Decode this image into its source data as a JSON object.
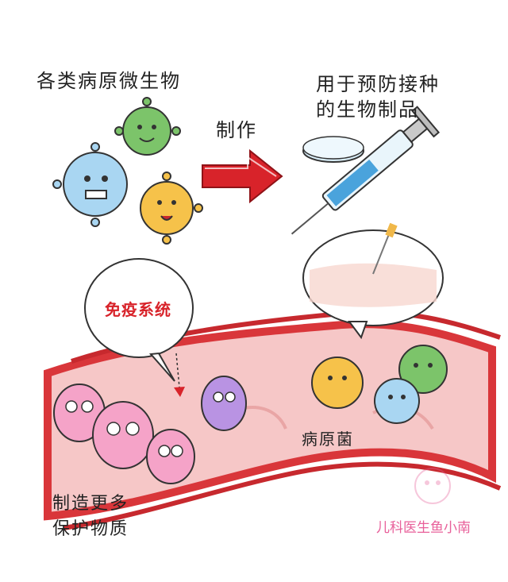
{
  "labels": {
    "microbes": "各类病原微生物",
    "vaccine_line1": "用于预防接种",
    "vaccine_line2": "的生物制品",
    "make": "制作",
    "immune_system": "免疫系统",
    "pathogen": "病原菌",
    "protect_line1": "制造更多",
    "protect_line2": "保护物质",
    "watermark": "儿科医生鱼小南"
  },
  "colors": {
    "arrow": "#d8232a",
    "vessel_wall": "#d9363a",
    "vessel_inner": "#f6c7c7",
    "virus_green": "#7cc46a",
    "virus_blue": "#a9d6f2",
    "virus_yellow": "#f6c24a",
    "cell_pink": "#f5a3c8",
    "cell_purple": "#b993e3",
    "watermark": "#e8609a"
  },
  "icons": [
    "virus-icon",
    "petri-dish-icon",
    "syringe-icon",
    "arrow-icon",
    "speech-bubble-icon",
    "blood-vessel-icon",
    "immune-cell-icon"
  ]
}
